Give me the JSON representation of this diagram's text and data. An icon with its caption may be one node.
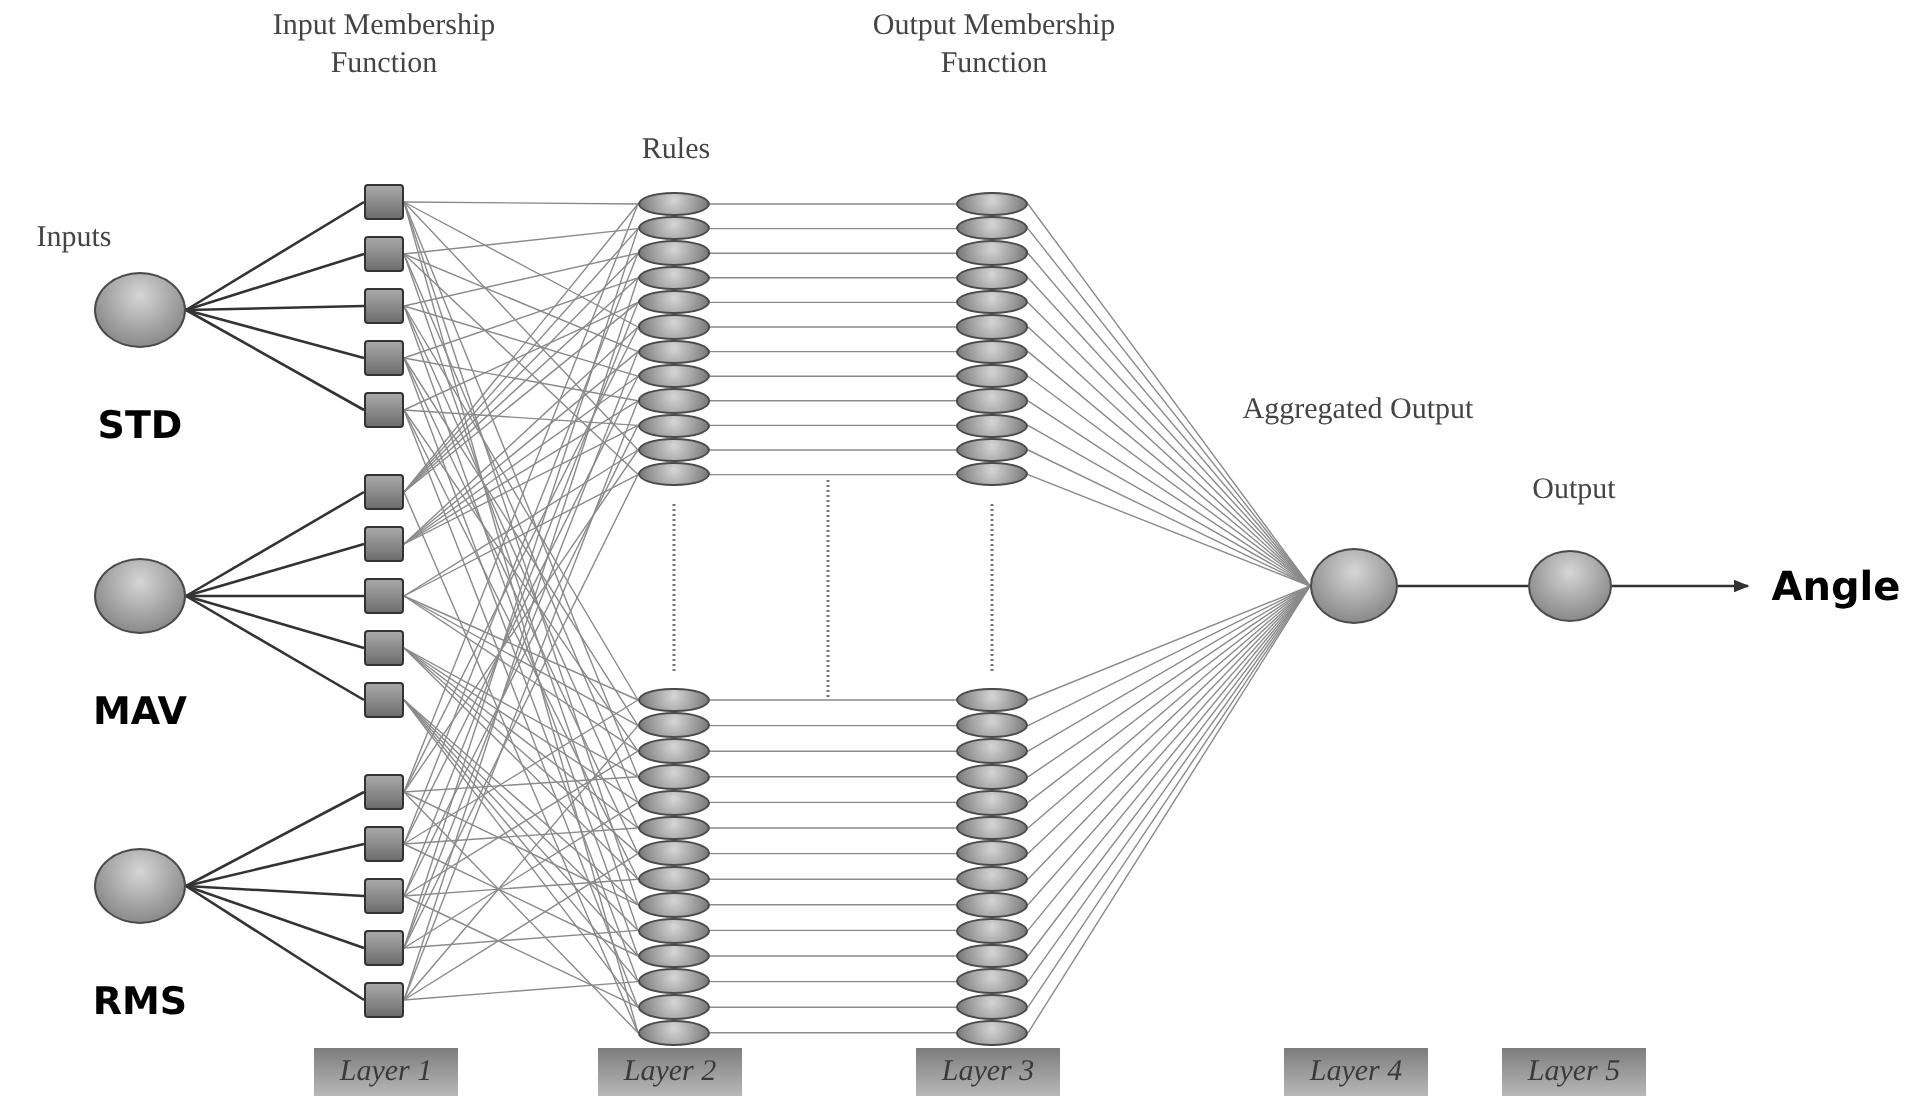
{
  "diagram": {
    "nodes": [
      {
        "text": [],
        "shape": "circle",
        "beside": [
          "STD"
        ]
      },
      {
        "text": [],
        "shape": "circle",
        "beside": [
          "MAV"
        ]
      },
      {
        "text": [],
        "shape": "circle",
        "beside": [
          "RMS"
        ]
      },
      {
        "text": [],
        "shape": "box"
      },
      {
        "text": [],
        "shape": "box"
      },
      {
        "text": [],
        "shape": "box"
      },
      {
        "text": [],
        "shape": "box"
      },
      {
        "text": [],
        "shape": "box"
      },
      {
        "text": [],
        "shape": "box"
      },
      {
        "text": [],
        "shape": "box"
      },
      {
        "text": [],
        "shape": "box"
      },
      {
        "text": [],
        "shape": "box"
      },
      {
        "text": [],
        "shape": "box"
      },
      {
        "text": [],
        "shape": "box"
      },
      {
        "text": [],
        "shape": "box"
      },
      {
        "text": [],
        "shape": "box"
      },
      {
        "text": [],
        "shape": "box"
      },
      {
        "text": [],
        "shape": "box"
      },
      {
        "text": [],
        "shape": "circle"
      },
      {
        "text": [],
        "shape": "circle"
      },
      {
        "text": [],
        "shape": "circle"
      },
      {
        "text": [],
        "shape": "circle"
      },
      {
        "text": [],
        "shape": "circle"
      },
      {
        "text": [],
        "shape": "circle"
      },
      {
        "text": [],
        "shape": "circle"
      },
      {
        "text": [],
        "shape": "circle"
      },
      {
        "text": [],
        "shape": "circle"
      },
      {
        "text": [],
        "shape": "circle"
      },
      {
        "text": [],
        "shape": "circle"
      },
      {
        "text": [],
        "shape": "circle"
      },
      {
        "text": [],
        "shape": "circle"
      },
      {
        "text": [],
        "shape": "circle"
      },
      {
        "text": [],
        "shape": "circle"
      },
      {
        "text": [],
        "shape": "circle"
      },
      {
        "text": [],
        "shape": "circle"
      },
      {
        "text": [],
        "shape": "circle"
      },
      {
        "text": [],
        "shape": "circle"
      },
      {
        "text": [],
        "shape": "circle"
      },
      {
        "text": [],
        "shape": "circle"
      },
      {
        "text": [],
        "shape": "circle"
      },
      {
        "text": [],
        "shape": "circle"
      },
      {
        "text": [],
        "shape": "circle"
      },
      {
        "text": [],
        "shape": "circle"
      },
      {
        "text": [],
        "shape": "circle"
      },
      {
        "text": [],
        "shape": "circle"
      },
      {
        "text": [],
        "shape": "circle"
      },
      {
        "text": [],
        "shape": "circle"
      },
      {
        "text": [],
        "shape": "circle"
      },
      {
        "text": [],
        "shape": "circle"
      },
      {
        "text": [],
        "shape": "circle"
      },
      {
        "text": [],
        "shape": "circle"
      },
      {
        "text": [],
        "shape": "circle"
      },
      {
        "text": [],
        "shape": "circle"
      },
      {
        "text": [],
        "shape": "circle"
      },
      {
        "text": [],
        "shape": "circle"
      },
      {
        "text": [],
        "shape": "circle"
      },
      {
        "text": [],
        "shape": "circle"
      },
      {
        "text": [],
        "shape": "circle"
      },
      {
        "text": [],
        "shape": "circle"
      },
      {
        "text": [],
        "shape": "circle"
      },
      {
        "text": [],
        "shape": "circle"
      },
      {
        "text": [],
        "shape": "circle"
      },
      {
        "text": [],
        "shape": "circle"
      },
      {
        "text": [],
        "shape": "circle"
      },
      {
        "text": [],
        "shape": "circle"
      },
      {
        "text": [],
        "shape": "circle"
      },
      {
        "text": [],
        "shape": "circle"
      },
      {
        "text": [],
        "shape": "circle"
      },
      {
        "text": [],
        "shape": "circle"
      },
      {
        "text": [],
        "shape": "circle"
      },
      {
        "text": [],
        "shape": "circle"
      },
      {
        "text": [],
        "shape": "circle"
      },
      {
        "text": [
          "Angle"
        ]
      },
      {
        "text": [
          "Layer 1"
        ]
      },
      {
        "text": [
          "Layer 2"
        ]
      },
      {
        "text": [
          "Layer 3"
        ]
      },
      {
        "text": [
          "Layer 4"
        ]
      },
      {
        "text": [
          "Layer 5"
        ]
      }
    ],
    "edges": [
      {
        "from": 0,
        "to": 3,
        "arrow": "none",
        "color": "#333333"
      },
      {
        "from": 0,
        "to": 4,
        "arrow": "none",
        "color": "#333333"
      },
      {
        "from": 0,
        "to": 5,
        "arrow": "none",
        "color": "#333333"
      },
      {
        "from": 0,
        "to": 6,
        "arrow": "none",
        "color": "#333333"
      },
      {
        "from": 0,
        "to": 7,
        "arrow": "none",
        "color": "#333333"
      },
      {
        "from": 1,
        "to": 8,
        "arrow": "none",
        "color": "#333333"
      },
      {
        "from": 1,
        "to": 9,
        "arrow": "none",
        "color": "#333333"
      },
      {
        "from": 1,
        "to": 10,
        "arrow": "none",
        "color": "#333333"
      },
      {
        "from": 1,
        "to": 11,
        "arrow": "none",
        "color": "#333333"
      },
      {
        "from": 1,
        "to": 12,
        "arrow": "none",
        "color": "#333333"
      },
      {
        "from": 2,
        "to": 13,
        "arrow": "none",
        "color": "#333333"
      },
      {
        "from": 2,
        "to": 14,
        "arrow": "none",
        "color": "#333333"
      },
      {
        "from": 2,
        "to": 15,
        "arrow": "none",
        "color": "#333333"
      },
      {
        "from": 2,
        "to": 16,
        "arrow": "none",
        "color": "#333333"
      },
      {
        "from": 2,
        "to": 17,
        "arrow": "none",
        "color": "#333333"
      },
      {
        "from": 3,
        "to": 18,
        "arrow": "none"
      },
      {
        "from": 8,
        "to": 18,
        "arrow": "none"
      },
      {
        "from": 13,
        "to": 18,
        "arrow": "none"
      },
      {
        "from": 4,
        "to": 19,
        "arrow": "none"
      },
      {
        "from": 8,
        "to": 19,
        "arrow": "none"
      },
      {
        "from": 16,
        "to": 19,
        "arrow": "none"
      },
      {
        "from": 5,
        "to": 20,
        "arrow": "none"
      },
      {
        "from": 8,
        "to": 20,
        "arrow": "none"
      },
      {
        "from": 14,
        "to": 20,
        "arrow": "none"
      },
      {
        "from": 6,
        "to": 21,
        "arrow": "none"
      },
      {
        "from": 8,
        "to": 21,
        "arrow": "none"
      },
      {
        "from": 17,
        "to": 21,
        "arrow": "none"
      },
      {
        "from": 7,
        "to": 22,
        "arrow": "none"
      },
      {
        "from": 8,
        "to": 22,
        "arrow": "none"
      },
      {
        "from": 15,
        "to": 22,
        "arrow": "none"
      },
      {
        "from": 3,
        "to": 23,
        "arrow": "none"
      },
      {
        "from": 9,
        "to": 23,
        "arrow": "none"
      },
      {
        "from": 13,
        "to": 23,
        "arrow": "none"
      },
      {
        "from": 4,
        "to": 24,
        "arrow": "none"
      },
      {
        "from": 9,
        "to": 24,
        "arrow": "none"
      },
      {
        "from": 16,
        "to": 24,
        "arrow": "none"
      },
      {
        "from": 5,
        "to": 25,
        "arrow": "none"
      },
      {
        "from": 9,
        "to": 25,
        "arrow": "none"
      },
      {
        "from": 14,
        "to": 25,
        "arrow": "none"
      },
      {
        "from": 6,
        "to": 26,
        "arrow": "none"
      },
      {
        "from": 9,
        "to": 26,
        "arrow": "none"
      },
      {
        "from": 17,
        "to": 26,
        "arrow": "none"
      },
      {
        "from": 7,
        "to": 27,
        "arrow": "none"
      },
      {
        "from": 9,
        "to": 27,
        "arrow": "none"
      },
      {
        "from": 15,
        "to": 27,
        "arrow": "none"
      },
      {
        "from": 3,
        "to": 28,
        "arrow": "none"
      },
      {
        "from": 10,
        "to": 28,
        "arrow": "none"
      },
      {
        "from": 13,
        "to": 28,
        "arrow": "none"
      },
      {
        "from": 4,
        "to": 29,
        "arrow": "none"
      },
      {
        "from": 10,
        "to": 29,
        "arrow": "none"
      },
      {
        "from": 16,
        "to": 29,
        "arrow": "none"
      },
      {
        "from": 5,
        "to": 30,
        "arrow": "none"
      },
      {
        "from": 10,
        "to": 30,
        "arrow": "none"
      },
      {
        "from": 14,
        "to": 30,
        "arrow": "none"
      },
      {
        "from": 6,
        "to": 31,
        "arrow": "none"
      },
      {
        "from": 10,
        "to": 31,
        "arrow": "none"
      },
      {
        "from": 17,
        "to": 31,
        "arrow": "none"
      },
      {
        "from": 7,
        "to": 32,
        "arrow": "none"
      },
      {
        "from": 10,
        "to": 32,
        "arrow": "none"
      },
      {
        "from": 15,
        "to": 32,
        "arrow": "none"
      },
      {
        "from": 3,
        "to": 33,
        "arrow": "none"
      },
      {
        "from": 11,
        "to": 33,
        "arrow": "none"
      },
      {
        "from": 13,
        "to": 33,
        "arrow": "none"
      },
      {
        "from": 4,
        "to": 34,
        "arrow": "none"
      },
      {
        "from": 11,
        "to": 34,
        "arrow": "none"
      },
      {
        "from": 16,
        "to": 34,
        "arrow": "none"
      },
      {
        "from": 5,
        "to": 35,
        "arrow": "none"
      },
      {
        "from": 11,
        "to": 35,
        "arrow": "none"
      },
      {
        "from": 14,
        "to": 35,
        "arrow": "none"
      },
      {
        "from": 6,
        "to": 36,
        "arrow": "none"
      },
      {
        "from": 11,
        "to": 36,
        "arrow": "none"
      },
      {
        "from": 17,
        "to": 36,
        "arrow": "none"
      },
      {
        "from": 7,
        "to": 37,
        "arrow": "none"
      },
      {
        "from": 11,
        "to": 37,
        "arrow": "none"
      },
      {
        "from": 15,
        "to": 37,
        "arrow": "none"
      },
      {
        "from": 3,
        "to": 38,
        "arrow": "none"
      },
      {
        "from": 12,
        "to": 38,
        "arrow": "none"
      },
      {
        "from": 13,
        "to": 38,
        "arrow": "none"
      },
      {
        "from": 4,
        "to": 39,
        "arrow": "none"
      },
      {
        "from": 12,
        "to": 39,
        "arrow": "none"
      },
      {
        "from": 16,
        "to": 39,
        "arrow": "none"
      },
      {
        "from": 5,
        "to": 40,
        "arrow": "none"
      },
      {
        "from": 12,
        "to": 40,
        "arrow": "none"
      },
      {
        "from": 14,
        "to": 40,
        "arrow": "none"
      },
      {
        "from": 6,
        "to": 41,
        "arrow": "none"
      },
      {
        "from": 12,
        "to": 41,
        "arrow": "none"
      },
      {
        "from": 17,
        "to": 41,
        "arrow": "none"
      },
      {
        "from": 7,
        "to": 42,
        "arrow": "none"
      },
      {
        "from": 12,
        "to": 42,
        "arrow": "none"
      },
      {
        "from": 15,
        "to": 42,
        "arrow": "none"
      },
      {
        "from": 3,
        "to": 43,
        "arrow": "none"
      },
      {
        "from": 8,
        "to": 43,
        "arrow": "none"
      },
      {
        "from": 13,
        "to": 43,
        "arrow": "none"
      },
      {
        "from": 18,
        "to": 44,
        "arrow": "none"
      },
      {
        "from": 19,
        "to": 45,
        "arrow": "none"
      },
      {
        "from": 20,
        "to": 46,
        "arrow": "none"
      },
      {
        "from": 21,
        "to": 47,
        "arrow": "none"
      },
      {
        "from": 22,
        "to": 48,
        "arrow": "none"
      },
      {
        "from": 23,
        "to": 49,
        "arrow": "none"
      },
      {
        "from": 24,
        "to": 50,
        "arrow": "none"
      },
      {
        "from": 25,
        "to": 51,
        "arrow": "none"
      },
      {
        "from": 26,
        "to": 52,
        "arrow": "none"
      },
      {
        "from": 27,
        "to": 53,
        "arrow": "none"
      },
      {
        "from": 28,
        "to": 54,
        "arrow": "none"
      },
      {
        "from": 29,
        "to": 55,
        "arrow": "none"
      },
      {
        "from": 30,
        "to": 56,
        "arrow": "none"
      },
      {
        "from": 31,
        "to": 57,
        "arrow": "none"
      },
      {
        "from": 32,
        "to": 58,
        "arrow": "none"
      },
      {
        "from": 33,
        "to": 59,
        "arrow": "none"
      },
      {
        "from": 34,
        "to": 60,
        "arrow": "none"
      },
      {
        "from": 35,
        "to": 61,
        "arrow": "none"
      },
      {
        "from": 36,
        "to": 62,
        "arrow": "none"
      },
      {
        "from": 37,
        "to": 63,
        "arrow": "none"
      },
      {
        "from": 38,
        "to": 64,
        "arrow": "none"
      },
      {
        "from": 39,
        "to": 65,
        "arrow": "none"
      },
      {
        "from": 40,
        "to": 66,
        "arrow": "none"
      },
      {
        "from": 41,
        "to": 67,
        "arrow": "none"
      },
      {
        "from": 42,
        "to": 68,
        "arrow": "none"
      },
      {
        "from": 43,
        "to": 69,
        "arrow": "none"
      },
      {
        "from": 44,
        "to": 70,
        "arrow": "none"
      },
      {
        "from": 45,
        "to": 70,
        "arrow": "none"
      },
      {
        "from": 46,
        "to": 70,
        "arrow": "none"
      },
      {
        "from": 47,
        "to": 70,
        "arrow": "none"
      },
      {
        "from": 48,
        "to": 70,
        "arrow": "none"
      },
      {
        "from": 49,
        "to": 70,
        "arrow": "none"
      },
      {
        "from": 50,
        "to": 70,
        "arrow": "none"
      },
      {
        "from": 51,
        "to": 70,
        "arrow": "none"
      },
      {
        "from": 52,
        "to": 70,
        "arrow": "none"
      },
      {
        "from": 53,
        "to": 70,
        "arrow": "none"
      },
      {
        "from": 54,
        "to": 70,
        "arrow": "none"
      },
      {
        "from": 55,
        "to": 70,
        "arrow": "none"
      },
      {
        "from": 56,
        "to": 70,
        "arrow": "none"
      },
      {
        "from": 57,
        "to": 70,
        "arrow": "none"
      },
      {
        "from": 58,
        "to": 70,
        "arrow": "none"
      },
      {
        "from": 59,
        "to": 70,
        "arrow": "none"
      },
      {
        "from": 60,
        "to": 70,
        "arrow": "none"
      },
      {
        "from": 61,
        "to": 70,
        "arrow": "none"
      },
      {
        "from": 62,
        "to": 70,
        "arrow": "none"
      },
      {
        "from": 63,
        "to": 70,
        "arrow": "none"
      },
      {
        "from": 64,
        "to": 70,
        "arrow": "none"
      },
      {
        "from": 65,
        "to": 70,
        "arrow": "none"
      },
      {
        "from": 66,
        "to": 70,
        "arrow": "none"
      },
      {
        "from": 67,
        "to": 70,
        "arrow": "none"
      },
      {
        "from": 68,
        "to": 70,
        "arrow": "none"
      },
      {
        "from": 69,
        "to": 70,
        "arrow": "none"
      },
      {
        "from": 70,
        "to": 71,
        "arrow": "none",
        "color": "#333333"
      },
      {
        "from": 71,
        "to": 72,
        "arrow": "to",
        "color": "#333333"
      }
    ],
    "labels": [
      "Input Membership Function",
      "Output Membership Function",
      "Inputs",
      "Rules",
      "Aggregated Output",
      "Output"
    ]
  }
}
